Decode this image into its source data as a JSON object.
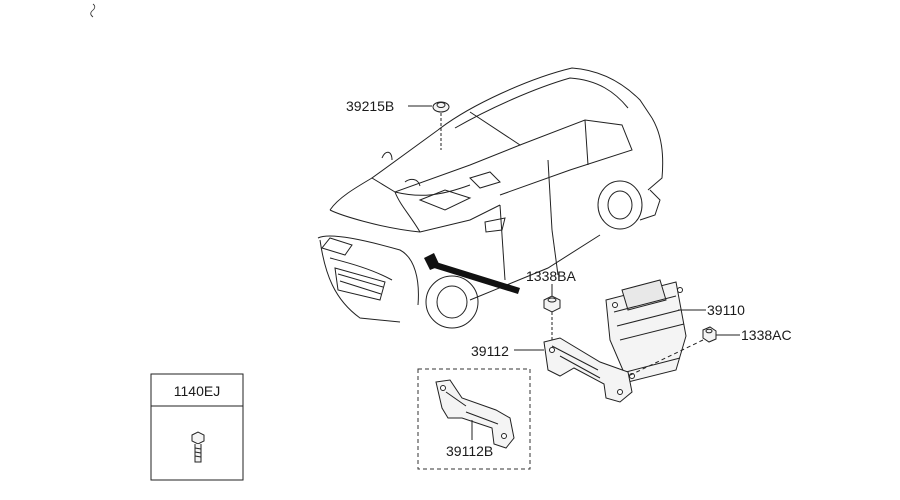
{
  "callouts": {
    "bolt_top": "39215B",
    "nut_1": "1338BA",
    "ecu": "39110",
    "nut_2": "1338AC",
    "bracket": "39112",
    "bracket_alt": "39112B"
  },
  "legend_box": {
    "part_number": "1140EJ"
  },
  "colors": {
    "line": "#222222",
    "fill": "#f4f4f4",
    "background": "#ffffff"
  }
}
